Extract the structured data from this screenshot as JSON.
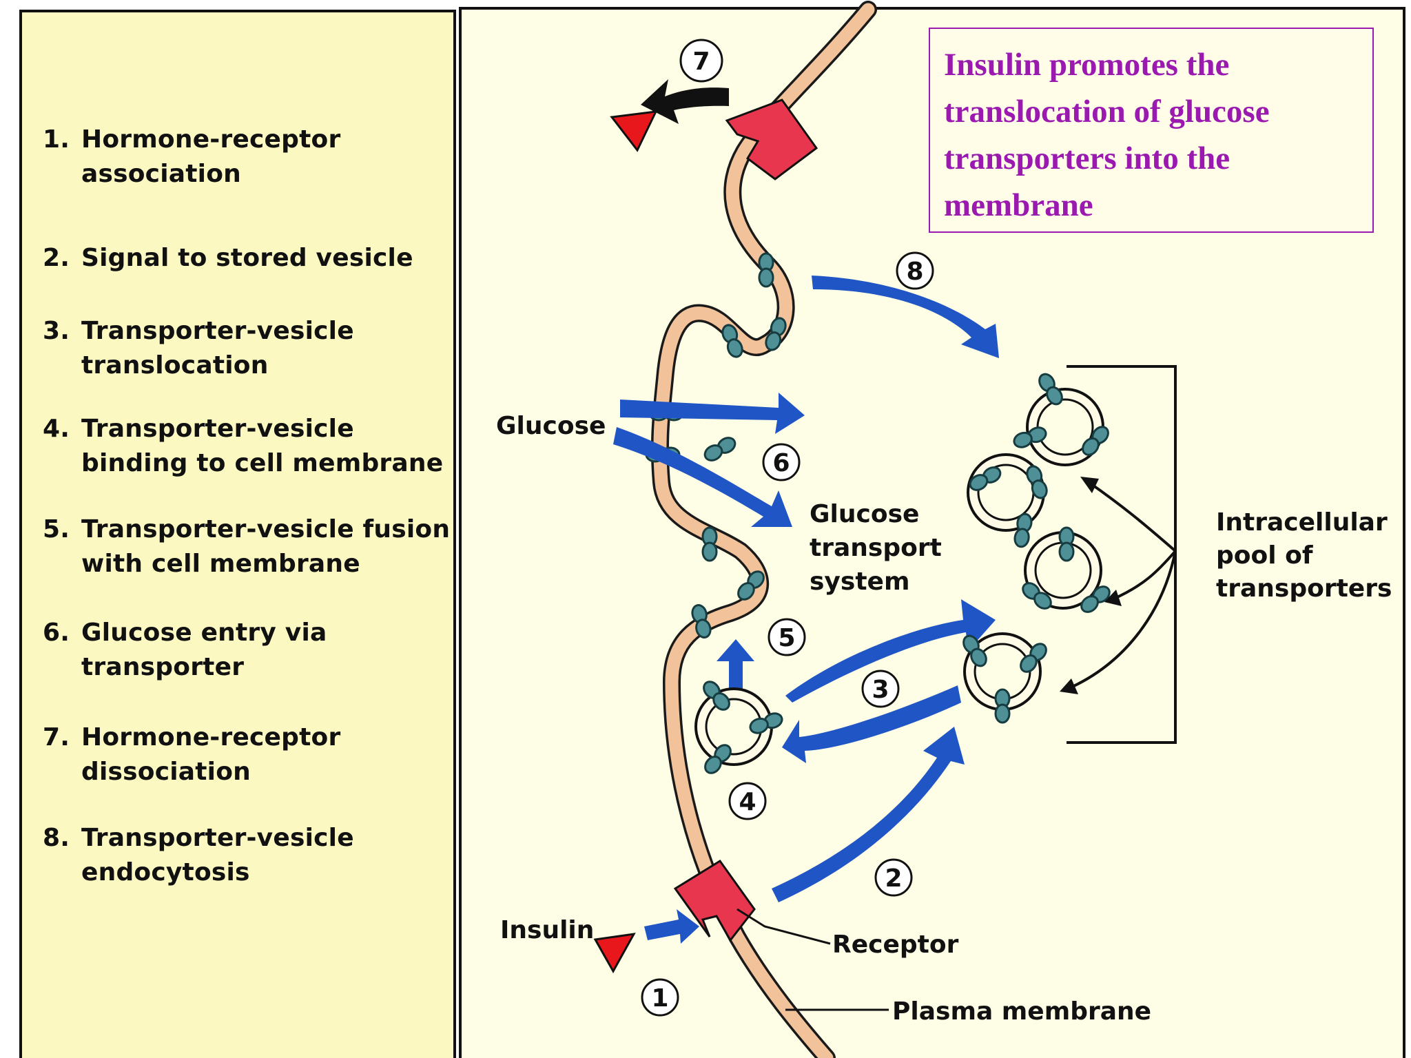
{
  "title": "Insulin promotes the translocation of glucose transporters into the membrane",
  "steps": [
    {
      "num": "1.",
      "text": "Hormone-receptor\nassociation"
    },
    {
      "num": "2.",
      "text": "Signal to stored vesicle"
    },
    {
      "num": "3.",
      "text": "Transporter-vesicle\ntranslocation"
    },
    {
      "num": "4.",
      "text": "Transporter-vesicle\nbinding to cell membrane"
    },
    {
      "num": "5.",
      "text": "Transporter-vesicle fusion\nwith cell membrane"
    },
    {
      "num": "6.",
      "text": "Glucose entry via\ntransporter"
    },
    {
      "num": "7.",
      "text": "Hormone-receptor\ndissociation"
    },
    {
      "num": "8.",
      "text": "Transporter-vesicle\nendocytosis"
    }
  ],
  "labels": {
    "glucose": "Glucose",
    "glucose_transport_1": "Glucose",
    "glucose_transport_2": "transport",
    "glucose_transport_3": "system",
    "pool_1": "Intracellular",
    "pool_2": "pool of",
    "pool_3": "transporters",
    "insulin": "Insulin",
    "receptor": "Receptor",
    "plasma_membrane": "Plasma membrane"
  },
  "circle_numbers": [
    "1",
    "2",
    "3",
    "4",
    "5",
    "6",
    "7",
    "8"
  ],
  "colors": {
    "left_panel": "#fbf8c2",
    "right_panel": "#fefde6",
    "title": "#9a1ab0",
    "arrow": "#1f55c4",
    "membrane": "#f2c29a",
    "receptor": "#e8364e",
    "transporter": "#4f8f96"
  }
}
